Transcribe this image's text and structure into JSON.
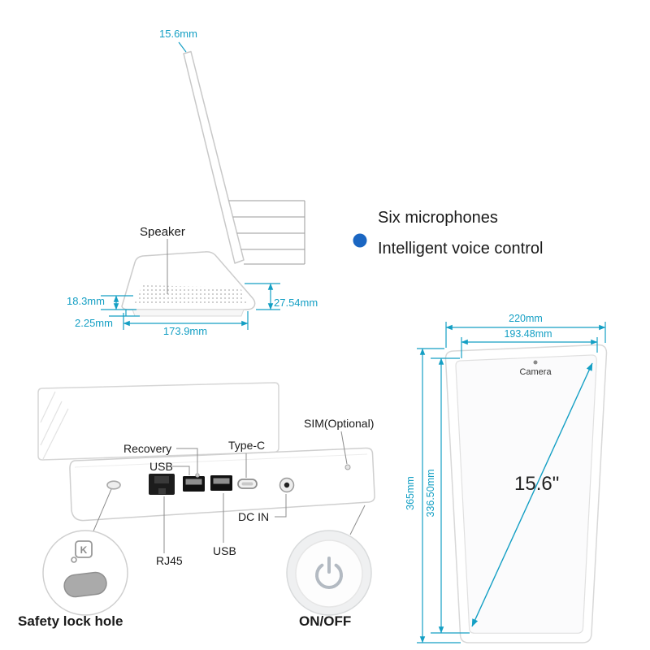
{
  "colors": {
    "dimension_cyan": "#149fc4",
    "dot_blue": "#1a66c2",
    "label_black": "#1a1a1a",
    "leader_gray": "#8c8c8c"
  },
  "side_view": {
    "thickness": "15.6mm",
    "speaker": "Speaker",
    "left_height": "18.3mm",
    "foot_height": "2.25mm",
    "right_height": "27.54mm",
    "base_width": "173.9mm",
    "mic_title": "Six microphones",
    "mic_subtitle": "Intelligent voice control"
  },
  "back_view": {
    "recovery": "Recovery",
    "usb_top": "USB",
    "type_c": "Type-C",
    "sim": "SIM(Optional)",
    "dc_in": "DC IN",
    "usb_bottom": "USB",
    "rj45": "RJ45",
    "kensington_k": "K",
    "safety_lock": "Safety lock hole",
    "power": "ON/OFF"
  },
  "front_view": {
    "outer_width": "220mm",
    "screen_width": "193.48mm",
    "camera": "Camera",
    "outer_height": "365mm",
    "screen_height": "336.50mm",
    "diagonal": "15.6\""
  }
}
